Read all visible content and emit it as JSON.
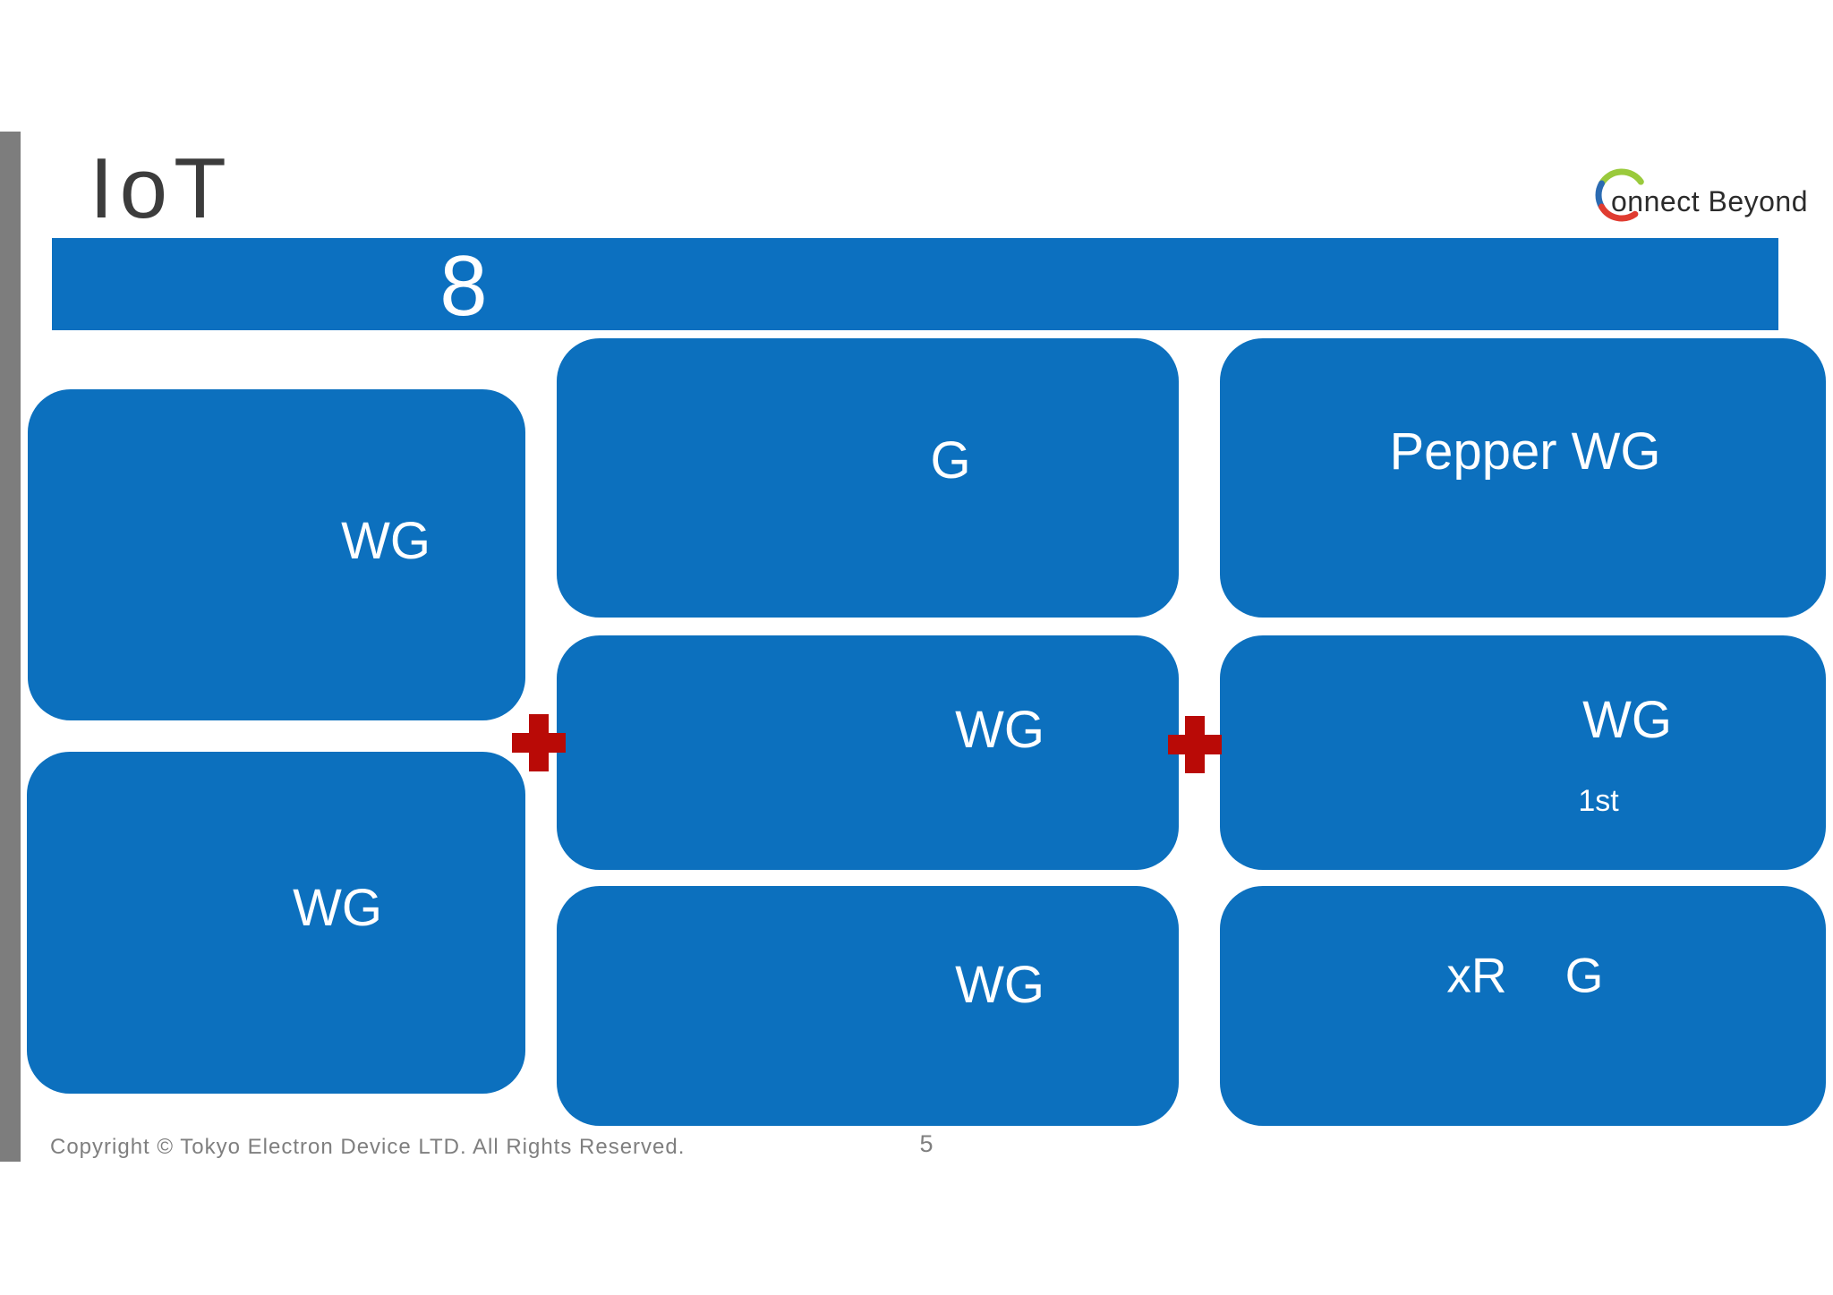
{
  "slide": {
    "title": "IoT",
    "banner_number": "8",
    "logo": {
      "name": "Connect Beyond",
      "text": "onnect Beyond"
    },
    "boxes": {
      "left_top": "WG",
      "left_bottom": "WG",
      "mid_top": "G",
      "mid_mid": "WG",
      "mid_bottom": "WG",
      "right_top": "Pepper WG",
      "right_mid_label": "WG",
      "right_mid_sub": "1st",
      "right_bottom_left": "xR",
      "right_bottom_right": "G"
    },
    "footer": {
      "copyright": "Copyright © Tokyo Electron Device LTD. All Rights Reserved.",
      "page_number": "5"
    },
    "colors": {
      "box_blue": "#0c70be",
      "banner_blue": "#0c70c0",
      "plus_red": "#b90a06",
      "bar_gray": "#7d7d7d",
      "logo_green": "#9aca3c",
      "logo_blue": "#2b6bb2",
      "logo_red": "#e03c31"
    }
  }
}
